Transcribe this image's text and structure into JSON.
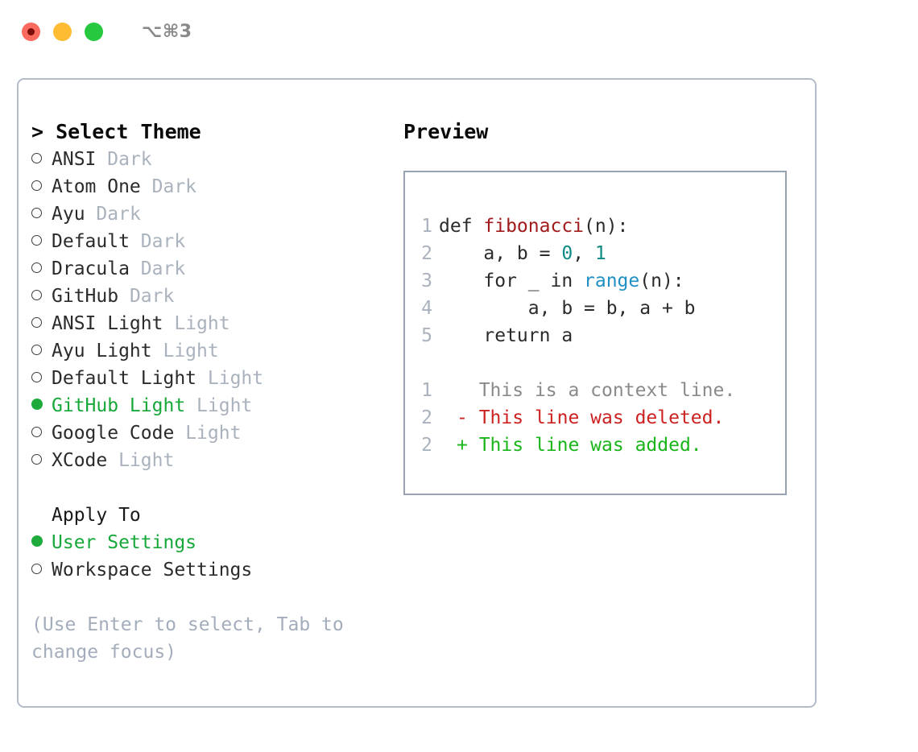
{
  "titlebar": {
    "shortcut": "⌥⌘3",
    "lights": [
      "close-red",
      "minimize-yellow",
      "maximize-green"
    ]
  },
  "theme_selector": {
    "header": "> Select Theme",
    "options": [
      {
        "name": "ANSI",
        "kind": "Dark",
        "selected": false
      },
      {
        "name": "Atom One",
        "kind": "Dark",
        "selected": false
      },
      {
        "name": "Ayu",
        "kind": "Dark",
        "selected": false
      },
      {
        "name": "Default",
        "kind": "Dark",
        "selected": false
      },
      {
        "name": "Dracula",
        "kind": "Dark",
        "selected": false
      },
      {
        "name": "GitHub",
        "kind": "Dark",
        "selected": false
      },
      {
        "name": "ANSI Light",
        "kind": "Light",
        "selected": false
      },
      {
        "name": "Ayu Light",
        "kind": "Light",
        "selected": false
      },
      {
        "name": "Default Light",
        "kind": "Light",
        "selected": false
      },
      {
        "name": "GitHub Light",
        "kind": "Light",
        "selected": true
      },
      {
        "name": "Google Code",
        "kind": "Light",
        "selected": false
      },
      {
        "name": "XCode",
        "kind": "Light",
        "selected": false
      }
    ]
  },
  "apply_to": {
    "label": "Apply To",
    "options": [
      {
        "name": "User Settings",
        "selected": true
      },
      {
        "name": "Workspace Settings",
        "selected": false
      }
    ]
  },
  "hint": "(Use Enter to select, Tab to change focus)",
  "preview": {
    "title": "Preview",
    "code_lines": [
      {
        "num": "1",
        "segments": [
          {
            "text": "def ",
            "tok": "plain"
          },
          {
            "text": "fibonacci",
            "tok": "fn"
          },
          {
            "text": "(n):",
            "tok": "plain"
          }
        ]
      },
      {
        "num": "2",
        "segments": [
          {
            "text": "    a, b = ",
            "tok": "plain"
          },
          {
            "text": "0",
            "tok": "num"
          },
          {
            "text": ", ",
            "tok": "plain"
          },
          {
            "text": "1",
            "tok": "num"
          }
        ]
      },
      {
        "num": "3",
        "segments": [
          {
            "text": "    for _ in ",
            "tok": "plain"
          },
          {
            "text": "range",
            "tok": "built"
          },
          {
            "text": "(n):",
            "tok": "plain"
          }
        ]
      },
      {
        "num": "4",
        "segments": [
          {
            "text": "        a, b = b, a + b",
            "tok": "plain"
          }
        ]
      },
      {
        "num": "5",
        "segments": [
          {
            "text": "    return a",
            "tok": "plain"
          }
        ]
      }
    ],
    "diff_lines": [
      {
        "num": "1",
        "marker": " ",
        "text": " This is a context line.",
        "kind": "ctx"
      },
      {
        "num": "2",
        "marker": "-",
        "text": " This line was deleted.",
        "kind": "del"
      },
      {
        "num": "2",
        "marker": "+",
        "text": " This line was added.",
        "kind": "add"
      }
    ]
  },
  "colors": {
    "accent_green": "#17a83a",
    "muted": "#aab2bd",
    "border": "#b3bcc9",
    "preview_border": "#97a3b2",
    "fn_red": "#a01b1b",
    "num_teal": "#0f8a84",
    "builtin_blue": "#1f8fc4",
    "diff_del": "#cc2222",
    "diff_add": "#19b519"
  }
}
